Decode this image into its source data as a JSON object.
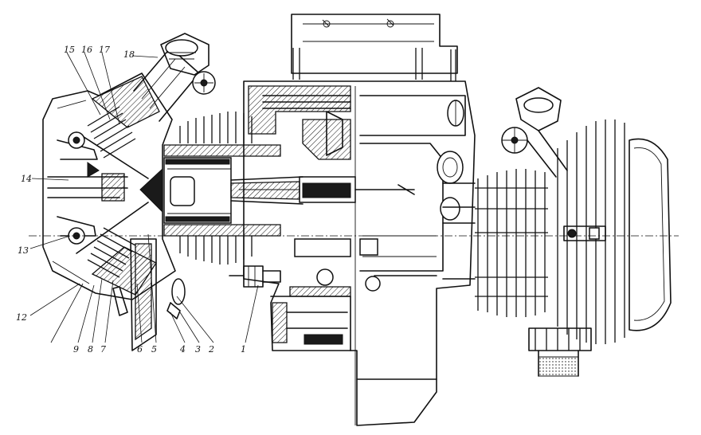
{
  "callouts": {
    "n1": "1",
    "n2": "2",
    "n3": "3",
    "n4": "4",
    "n5": "5",
    "n6": "6",
    "n7": "7",
    "n8": "8",
    "n9": "9",
    "n12": "12",
    "n13": "13",
    "n14": "14",
    "n15": "15",
    "n16": "16",
    "n17": "17",
    "n18": "18"
  },
  "colors": {
    "ink": "#111111",
    "paper": "#ffffff"
  }
}
